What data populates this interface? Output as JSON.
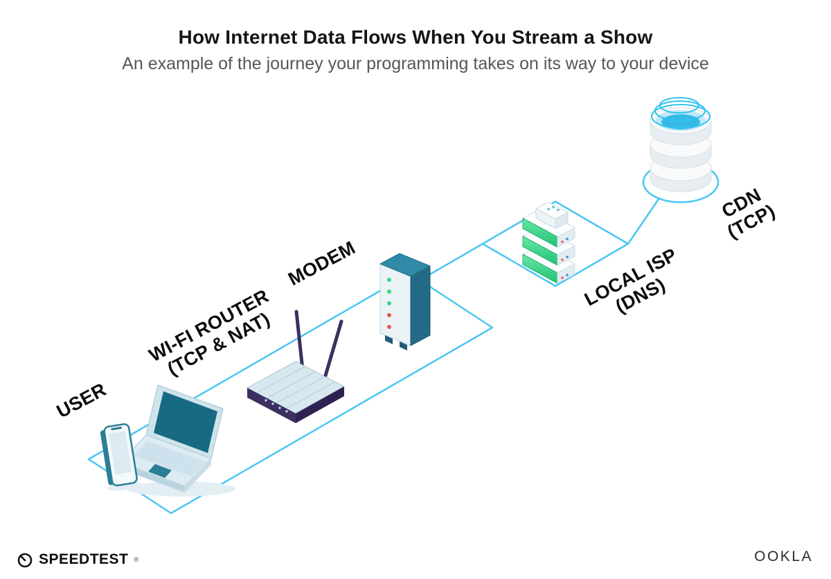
{
  "header": {
    "title": "How Internet Data Flows When You Stream a Show",
    "subtitle": "An example of the journey your programming takes on its way to your device"
  },
  "nodes": {
    "user": {
      "label": "USER"
    },
    "router": {
      "label": "WI-FI ROUTER",
      "sublabel": "(TCP & NAT)"
    },
    "modem": {
      "label": "MODEM"
    },
    "isp": {
      "label": "LOCAL ISP",
      "sublabel": "(DNS)"
    },
    "cdn": {
      "label": "CDN",
      "sublabel": "(TCP)"
    }
  },
  "footer": {
    "speedtest_label": "SPEEDTEST",
    "speedtest_trademark": "®",
    "ookla_label": "OOKLA"
  },
  "icons": {
    "user": "phone-and-laptop-icon",
    "router": "wifi-router-icon",
    "modem": "modem-icon",
    "isp": "server-stack-icon",
    "cdn": "database-stack-icon",
    "speedtest": "speedometer-icon"
  },
  "colors": {
    "path_blue": "#49c7f2",
    "device_teal": "#1f6a85",
    "server_green": "#2fd084",
    "led_green": "#35d77e",
    "led_red": "#ef5350",
    "router_indigo": "#3c2f60",
    "cdn_cyan": "#35b9e8"
  }
}
